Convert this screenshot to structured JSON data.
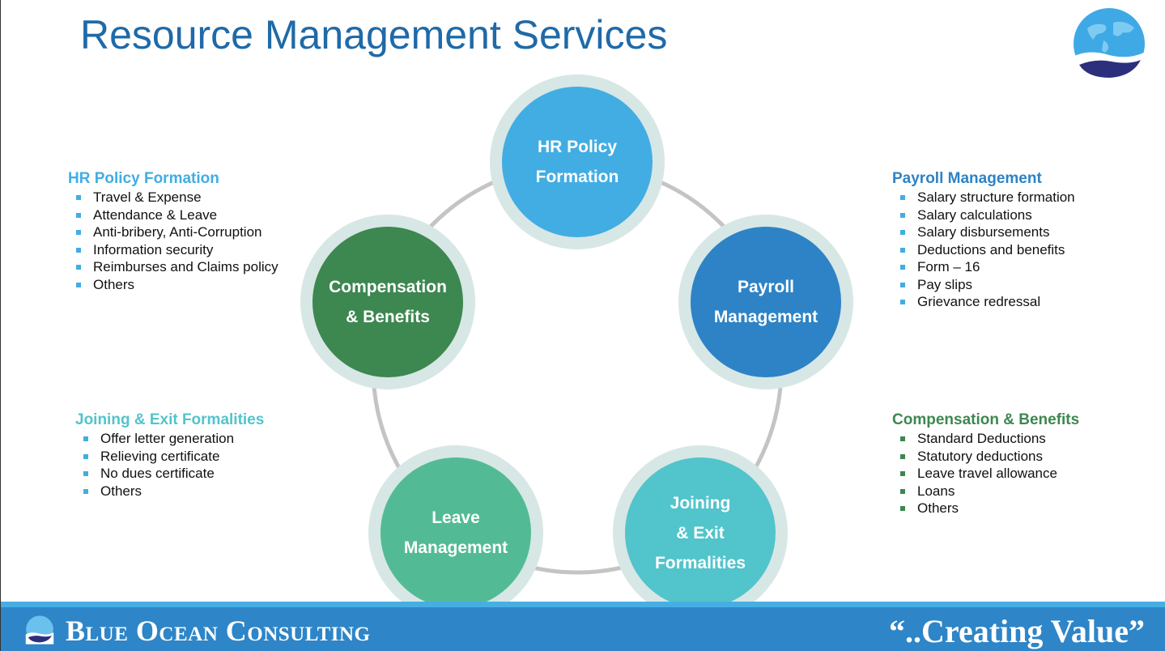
{
  "title": "Resource Management Services",
  "colors": {
    "title": "#1f6aa8",
    "hr": "#42ade3",
    "comp": "#3d8750",
    "payroll": "#2d83c6",
    "leave": "#52bb96",
    "joining": "#52c4cb",
    "halo": "#d7e7e5",
    "ring": "#c4c4c4",
    "footer": "#2e85c7",
    "footer_stripe": "#47aee4"
  },
  "nodes": {
    "hr": "HR Policy\nFormation",
    "comp": "Compensation\n& Benefits",
    "payroll": "Payroll\nManagement",
    "leave": "Leave\nManagement",
    "joining": "Joining\n& Exit\nFormalities"
  },
  "sections": {
    "hr": {
      "title": "HR Policy Formation",
      "items": [
        "Travel & Expense",
        "Attendance & Leave",
        "Anti-bribery, Anti-Corruption",
        "Information security",
        "Reimburses and Claims policy",
        "Others"
      ]
    },
    "payroll": {
      "title": "Payroll Management",
      "items": [
        "Salary structure formation",
        "Salary calculations",
        "Salary disbursements",
        "Deductions and benefits",
        "Form – 16",
        "Pay slips",
        "Grievance redressal"
      ]
    },
    "joining": {
      "title": "Joining & Exit Formalities",
      "items": [
        "Offer letter generation",
        "Relieving certificate",
        "No dues certificate",
        "Others"
      ]
    },
    "comp": {
      "title": "Compensation & Benefits",
      "items": [
        "Standard Deductions",
        "Statutory deductions",
        "Leave travel allowance",
        "Loans",
        "Others"
      ]
    }
  },
  "footer": {
    "brand": "Blue Ocean Consulting",
    "tagline": "“..Creating Value”"
  }
}
